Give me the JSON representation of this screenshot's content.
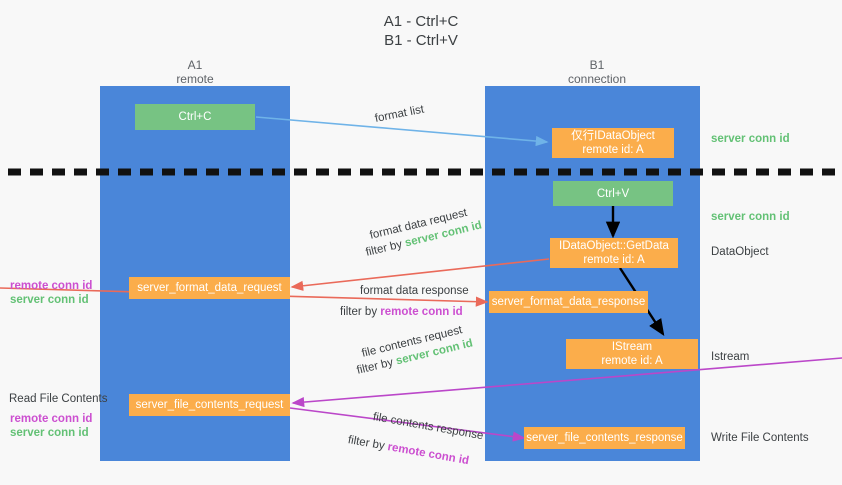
{
  "title": {
    "line1": "A1 - Ctrl+C",
    "line2": "B1 - Ctrl+V"
  },
  "columns": [
    {
      "name": "A1",
      "sub": "remote"
    },
    {
      "name": "B1",
      "sub": "connection"
    }
  ],
  "colors": {
    "lane": "#4a86d9",
    "orange": "#fbad4b",
    "green_box": "#77c383",
    "green_text": "#63c175",
    "purple_text": "#cc4fd0",
    "arrow_blue": "#6fb3e8",
    "arrow_red": "#ea6a5a",
    "arrow_purple": "#bb47c9",
    "arrow_black": "#000000",
    "divider": "#111111",
    "background": "#f8f8f8"
  },
  "nodes": {
    "ctrl_c": {
      "line1": "Ctrl+C"
    },
    "idataobject_top": {
      "line1": "仅行IDataObject",
      "line2": "remote id: A"
    },
    "ctrl_v": {
      "line1": "Ctrl+V"
    },
    "idataobject_getdata": {
      "line1": "IDataObject::GetData",
      "line2": "remote id: A"
    },
    "istream": {
      "line1": "IStream",
      "line2": "remote id: A"
    },
    "server_format_data_request": {
      "line1": "server_format_data_request"
    },
    "server_format_data_response": {
      "line1": "server_format_data_response"
    },
    "server_file_contents_request": {
      "line1": "server_file_contents_request"
    },
    "server_file_contents_response": {
      "line1": "server_file_contents_response"
    }
  },
  "edge_labels": {
    "format_list": "format list",
    "format_data_request": "format data request",
    "format_data_request_filter_prefix": "filter by ",
    "format_data_request_filter_key": "server conn id",
    "format_data_response": "format data response",
    "format_data_response_filter_prefix": "filter by ",
    "format_data_response_filter_key": "remote conn id",
    "file_contents_request": "file contents request",
    "file_contents_request_filter_prefix": "filter by ",
    "file_contents_request_filter_key": "server conn id",
    "file_contents_response": "file contents response",
    "file_contents_response_filter_prefix": "filter by ",
    "file_contents_response_filter_key": "remote conn id"
  },
  "annotations": {
    "right_server_conn_id_top": "server conn id",
    "right_server_conn_id_mid": "server conn id",
    "right_dataobject": "DataObject",
    "right_istream": "Istream",
    "right_write_file_contents": "Write File Contents",
    "left_remote_conn_id_1": "remote conn id",
    "left_server_conn_id_1": "server conn id",
    "left_read_file_contents": "Read File Contents",
    "left_remote_conn_id_2": "remote conn id",
    "left_server_conn_id_2": "server conn id"
  }
}
